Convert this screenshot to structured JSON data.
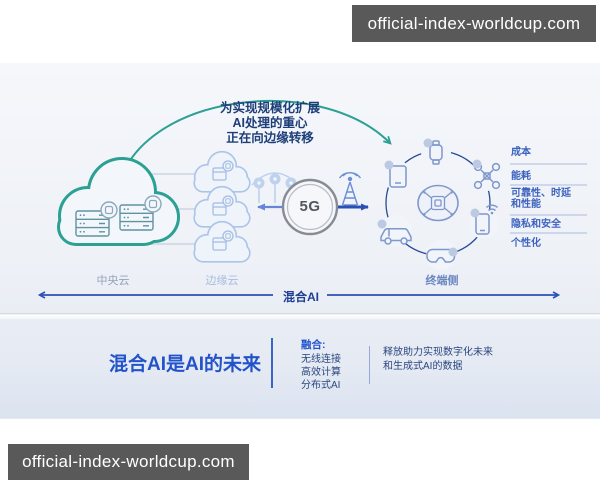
{
  "watermark": {
    "text": "official-index-worldcup.com"
  },
  "diagram": {
    "shift_note": "为实现规模化扩展\nAI处理的重心\n正在向边缘转移",
    "network_label": "5G",
    "labels": {
      "central_cloud": "中央云",
      "edge_cloud": "边缘云",
      "device_side": "终端侧"
    },
    "benefits": [
      "成本",
      "能耗",
      "可靠性、时延\n和性能",
      "隐私和安全",
      "个性化"
    ],
    "axis_label": "混合AI",
    "icons": [
      "central-cloud",
      "edge-cloud",
      "5g-node",
      "antenna-cluster",
      "radio-tower",
      "smartwatch",
      "drone",
      "smartphone",
      "vr-headset",
      "car",
      "tablet",
      "ai-brain-chip"
    ]
  },
  "footer": {
    "title": "混合AI是AI的未来",
    "fusion_heading": "融合:",
    "fusion_items": [
      "无线连接",
      "高效计算",
      "分布式AI"
    ],
    "description": "释放助力实现数字化未来\n和生成式AI的数据"
  },
  "colors": {
    "teal": "#2da094",
    "blue": "#2b50b4",
    "light_blue": "#a9c3e8",
    "title_blue": "#2353cb",
    "watermark_bg": "#595959"
  }
}
